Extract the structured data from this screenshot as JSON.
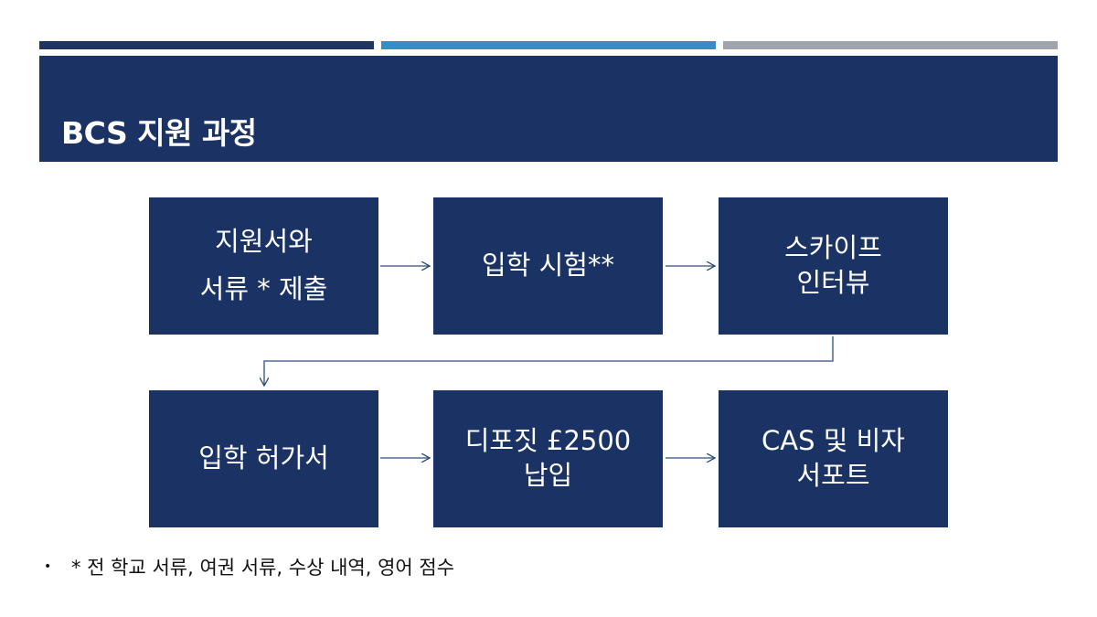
{
  "slide": {
    "title": "BCS 지원 과정"
  },
  "steps": [
    {
      "lines": [
        "지원서와",
        "서류 * 제출"
      ]
    },
    {
      "lines": [
        "입학 시험**"
      ]
    },
    {
      "lines": [
        "스카이프",
        "인터뷰"
      ]
    },
    {
      "lines": [
        "입학 허가서"
      ]
    },
    {
      "lines": [
        "디포짓 £2500",
        "납입"
      ]
    },
    {
      "lines": [
        "CAS 및 비자",
        "서포트"
      ]
    }
  ],
  "footnote": {
    "bullet": "•",
    "text": "* 전 학교 서류, 여권 서류, 수상 내역, 영어 점수"
  },
  "colors": {
    "box_fill": "#1b3364",
    "stripe_dark": "#1e3461",
    "stripe_blue": "#3590c0",
    "stripe_gray": "#a0a4ad",
    "arrow": "#2d4d7c"
  }
}
